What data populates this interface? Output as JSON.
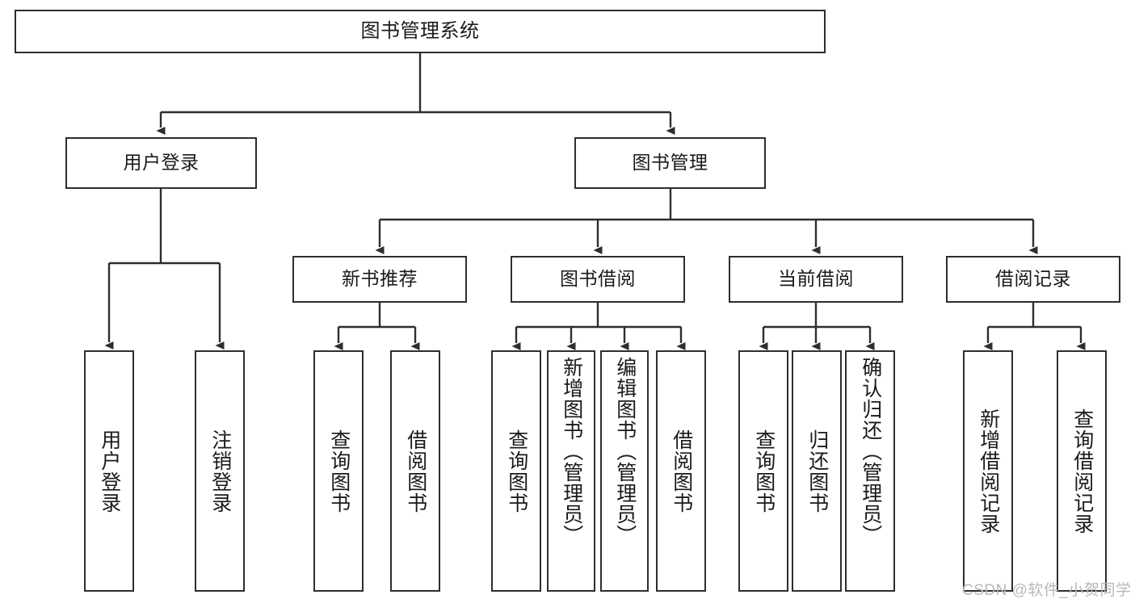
{
  "diagram": {
    "title": "图书管理系统",
    "type": "hierarchy-tree",
    "colors": {
      "box_border": "#2e2e2e",
      "box_fill": "#ffffff",
      "edge": "#2e2e2e",
      "text": "#1a1a1a",
      "watermark": "#b8b8b8",
      "background": "#ffffff"
    },
    "root": {
      "label": "图书管理系统"
    },
    "level1": [
      {
        "label": "用户登录"
      },
      {
        "label": "图书管理"
      }
    ],
    "level2": [
      {
        "label": "新书推荐"
      },
      {
        "label": "图书借阅"
      },
      {
        "label": "当前借阅"
      },
      {
        "label": "借阅记录"
      }
    ],
    "leaves": {
      "user_login": [
        {
          "label": "用户登录"
        },
        {
          "label": "注销登录"
        }
      ],
      "new_book_recommend": [
        {
          "label": "查询图书"
        },
        {
          "label": "借阅图书"
        }
      ],
      "book_borrow": [
        {
          "label": "查询图书"
        },
        {
          "label": "新增图书（管理员）"
        },
        {
          "label": "编辑图书（管理员）"
        },
        {
          "label": "借阅图书"
        }
      ],
      "current_borrow": [
        {
          "label": "查询图书"
        },
        {
          "label": "归还图书"
        },
        {
          "label": "确认归还（管理员）"
        }
      ],
      "borrow_record": [
        {
          "label": "新增借阅记录"
        },
        {
          "label": "查询借阅记录"
        }
      ]
    }
  },
  "watermark": {
    "text": "CSDN @软件_小贺同学"
  }
}
